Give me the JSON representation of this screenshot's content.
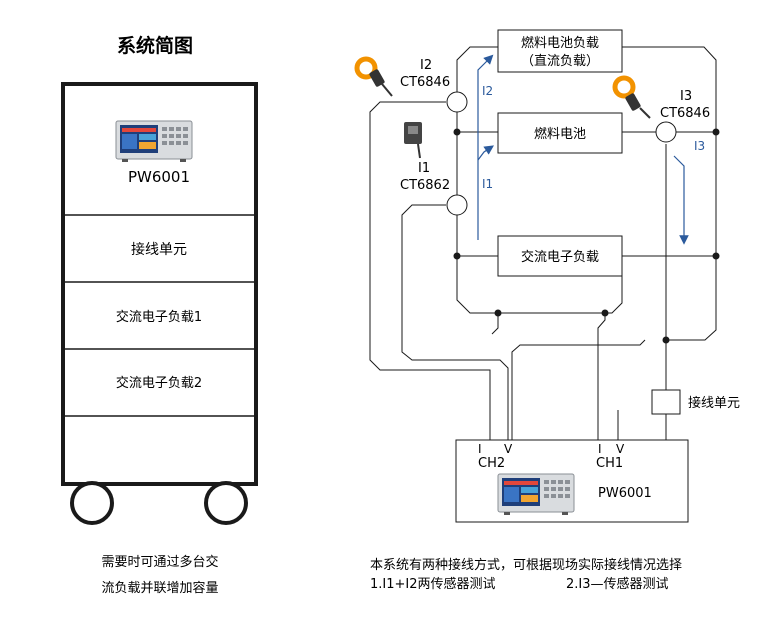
{
  "left": {
    "title": "系统简图",
    "device_label": "PW6001",
    "rows": [
      "接线单元",
      "交流电子负载1",
      "交流电子负载2"
    ],
    "caption_lines": [
      "需要时可通过多台交",
      "流负载并联增加容量"
    ]
  },
  "right": {
    "boxes": {
      "fuel_cell_load_line1": "燃料电池负载",
      "fuel_cell_load_line2": "（直流负载）",
      "fuel_cell": "燃料电池",
      "ac_load": "交流电子负载",
      "wiring_unit": "接线单元"
    },
    "sensors": {
      "i2_name": "I2",
      "i2_model": "CT6846",
      "i1_name": "I1",
      "i1_model": "CT6862",
      "i3_name": "I3",
      "i3_model": "CT6846"
    },
    "current_labels": {
      "i2": "I2",
      "i1": "I1",
      "i3": "I3"
    },
    "device": {
      "label": "PW6001",
      "ch2_i": "I",
      "ch2_v": "V",
      "ch2": "CH2",
      "ch1_i": "I",
      "ch1_v": "V",
      "ch1": "CH1"
    },
    "caption_line1": "本系统有两种接线方式，可根据现场实际接线情况选择",
    "caption_opt1": "1.I1+I2两传感器测试",
    "caption_opt2": "2.I3—传感器测试"
  },
  "colors": {
    "line": "#1a1a1a",
    "current_arrow": "#2b5a9c",
    "clamp_orange": "#f29200",
    "screen_blue": "#1f3f7a"
  }
}
